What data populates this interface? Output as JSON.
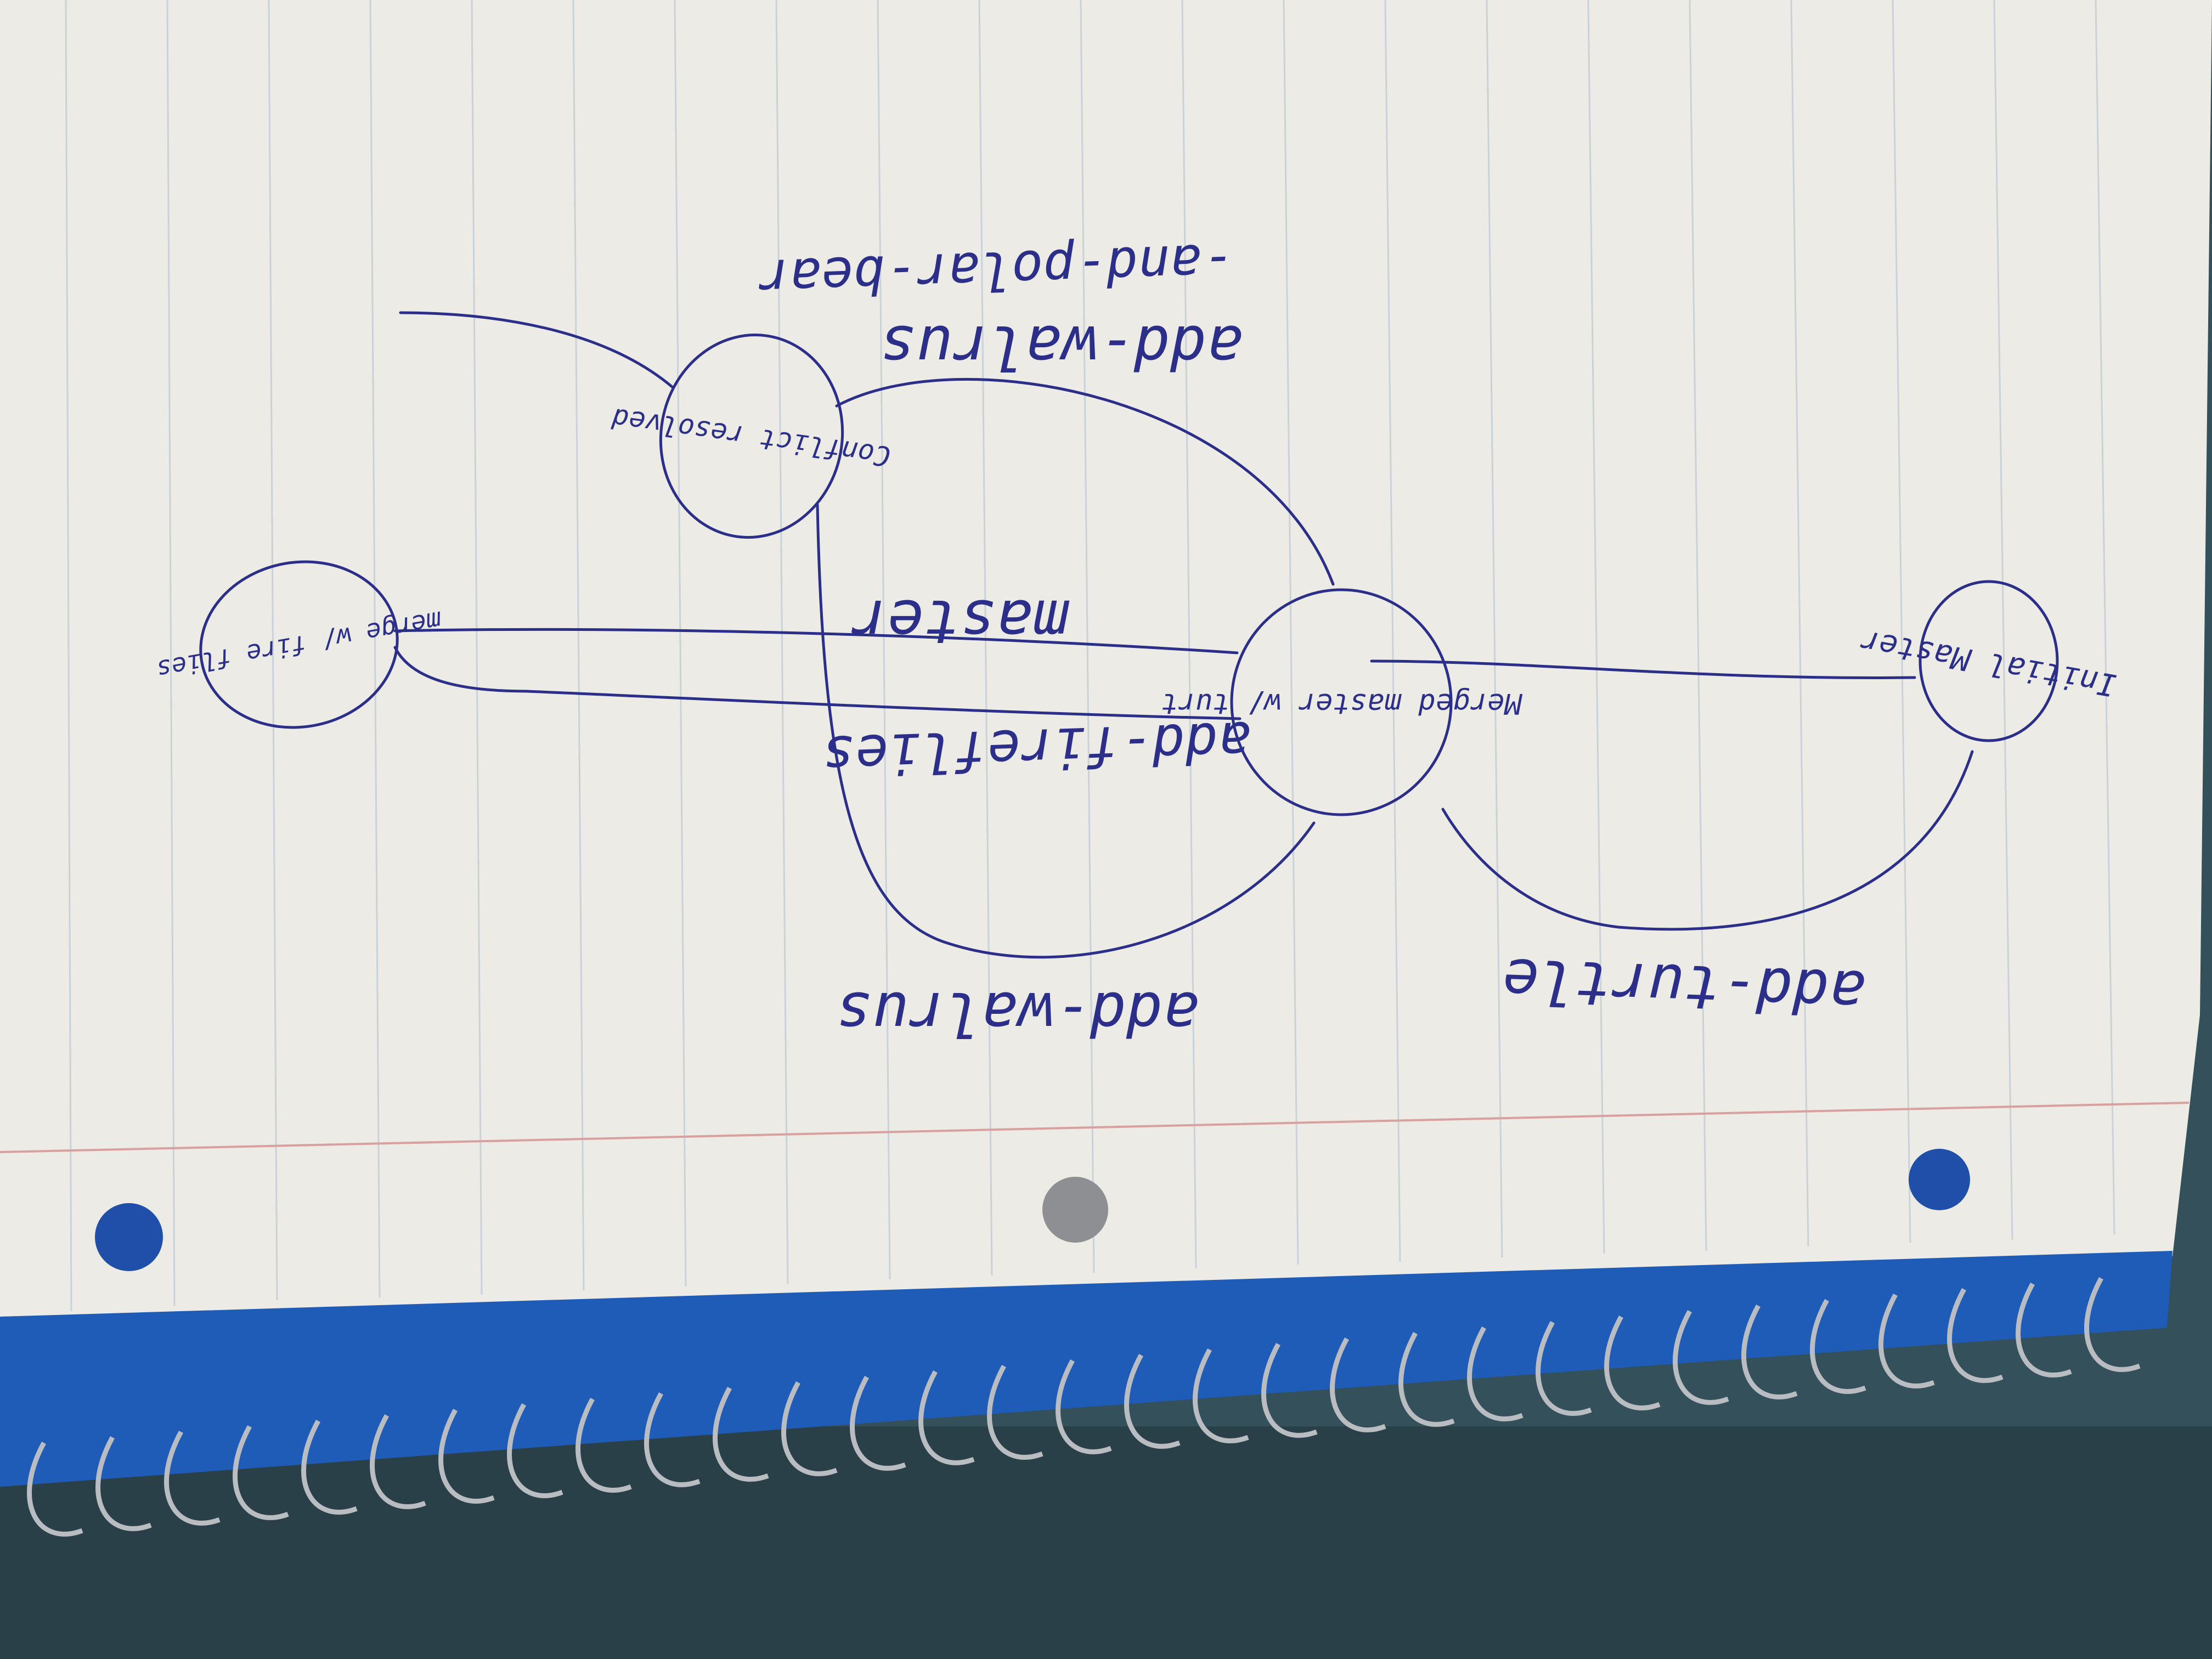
{
  "colors": {
    "paper": "#ecebe6",
    "ink": "#2b2f8a",
    "rule": "#c9d2d8",
    "margin_line": "#d9a0a0",
    "binding_tape": "#1f5cb8",
    "denim": "#3b5560"
  },
  "nodes": {
    "initial_master": "Initial Master",
    "merged_master": "Merged master w/ turt",
    "conflict_resolved": "Conflict resolved",
    "merge_fireflies": "merge w/ fire flies"
  },
  "edges": {
    "add_turtle": "add-turtle",
    "add_walrus_bottom": "add-walrus",
    "add_fireflies": "add-fireflies",
    "master": "master",
    "add_walrus_top_line1": "add-walrus",
    "add_walrus_top_line2": "-and-polar-bear"
  }
}
